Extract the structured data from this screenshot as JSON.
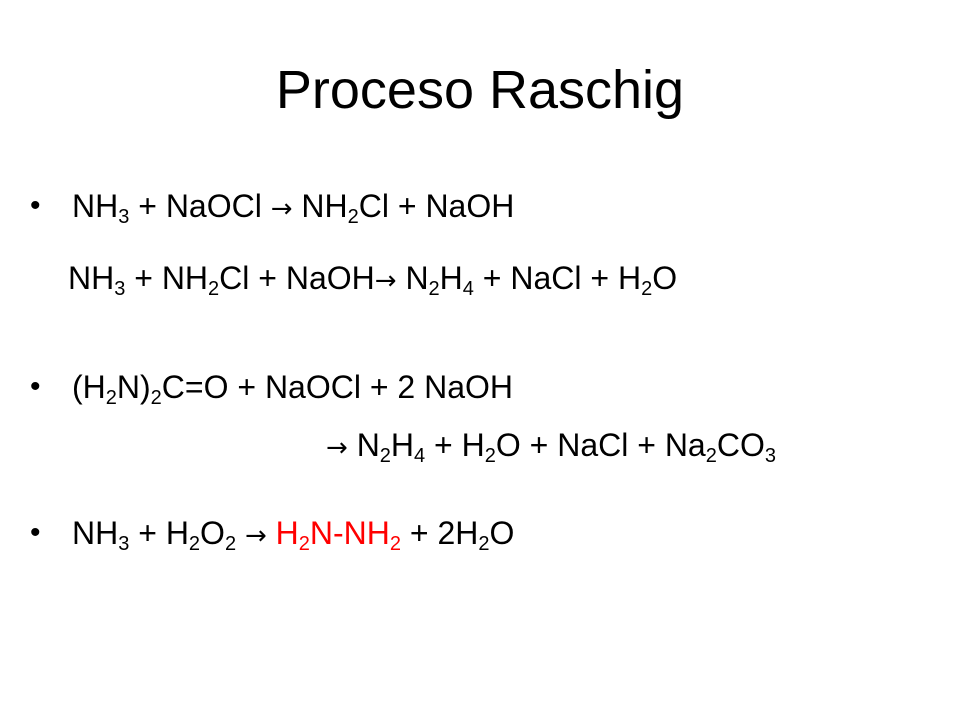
{
  "slide": {
    "title": "Proceso Raschig",
    "bullet_glyph": "•",
    "arrow_glyph": "→",
    "highlight_color": "#ff0000",
    "eq1": {
      "lhs": [
        "NH",
        "3",
        " + NaOCl "
      ],
      "rhs": [
        " NH",
        "2",
        "Cl + NaOH"
      ]
    },
    "eq1b": {
      "lhs": [
        "NH",
        "3",
        " + NH",
        "2",
        "Cl + NaOH"
      ],
      "rhs": [
        " N",
        "2",
        "H",
        "4",
        " + NaCl + H",
        "2",
        "O"
      ]
    },
    "eq2": {
      "lhs": [
        "(H",
        "2",
        "N)",
        "2",
        "C=O + NaOCl + 2 NaOH"
      ]
    },
    "eq2b": {
      "rhs": [
        " N",
        "2",
        "H",
        "4",
        " + H",
        "2",
        "O + NaCl + Na",
        "2",
        "CO",
        "3"
      ]
    },
    "eq3": {
      "lhs": [
        "NH",
        "3",
        " + H",
        "2",
        "O",
        "2",
        " "
      ],
      "product_red": [
        " H",
        "2",
        "N-NH",
        "2"
      ],
      "rhs": [
        " + 2H",
        "2",
        "O"
      ]
    }
  }
}
